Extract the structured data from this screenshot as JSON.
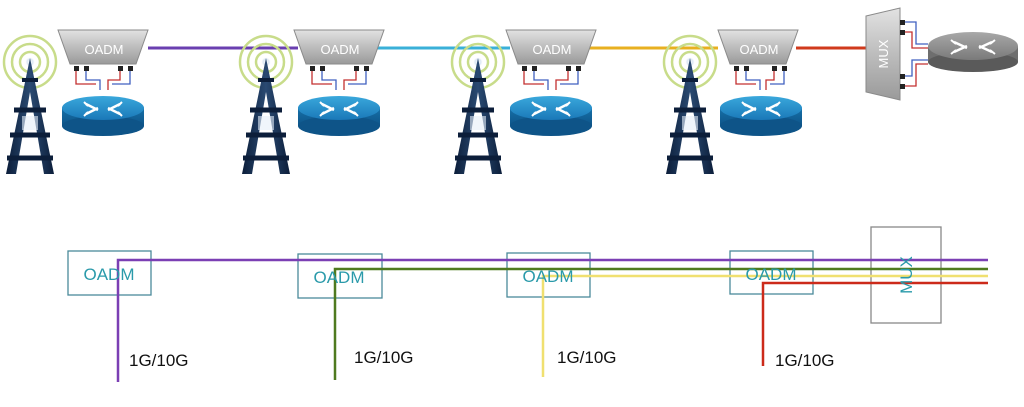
{
  "top": {
    "oadm_label": "OADM",
    "mux_label": "MUX",
    "stations": [
      {
        "link_color": "#6a3fb0"
      },
      {
        "link_color": "#3ab0d8"
      },
      {
        "link_color": "#e8b020"
      },
      {
        "link_color": "#d03a1c"
      }
    ]
  },
  "bottom": {
    "oadm_label": "OADM",
    "mux_label": "MUX",
    "drop_label": "1G/10G",
    "wavelengths": [
      {
        "color": "#7b3fb4"
      },
      {
        "color": "#4f7a1f"
      },
      {
        "color": "#f0e070"
      },
      {
        "color": "#cc2a1a"
      }
    ],
    "box_stroke": "#4a8a9a",
    "label_color": "#2a9aaa"
  },
  "icons": {
    "tower": "radio-tower-icon",
    "router": "router-icon",
    "oadm": "oadm-device-icon",
    "mux": "mux-device-icon"
  }
}
